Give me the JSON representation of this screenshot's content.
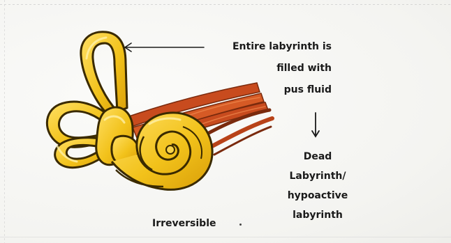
{
  "labels": {
    "fluid": [
      "Entire labyrinth is",
      "filled with",
      "pus fluid"
    ],
    "outcome": [
      "Dead",
      "Labyrinth/",
      "hypoactive",
      "labyrinth"
    ],
    "irreversible": "Irreversible"
  },
  "colors": {
    "labyrinth_fill": "#f2c21b",
    "labyrinth_highlight": "#ffe066",
    "labyrinth_outline": "#3a2a00",
    "nerve_fill": "#c84b1e",
    "nerve_outline": "#7a2a0d",
    "arrow": "#1a1a1a",
    "text": "#1a1a1a"
  }
}
